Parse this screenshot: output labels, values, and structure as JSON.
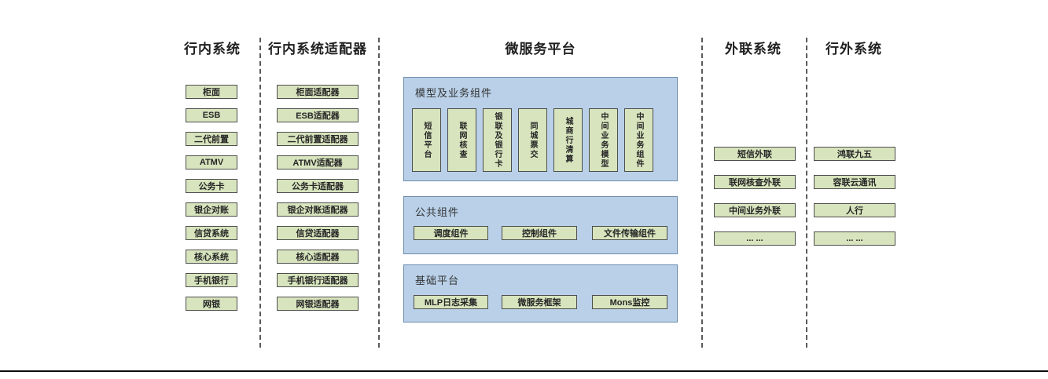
{
  "diagram": {
    "columns": [
      {
        "header": "行内系统",
        "items": [
          "柜面",
          "ESB",
          "二代前置",
          "ATMV",
          "公务卡",
          "银企对账",
          "信贷系统",
          "核心系统",
          "手机银行",
          "网银"
        ]
      },
      {
        "header": "行内系统适配器",
        "items": [
          "柜面适配器",
          "ESB适配器",
          "二代前置适配器",
          "ATMV适配器",
          "公务卡适配器",
          "银企对账适配器",
          "信贷适配器",
          "核心适配器",
          "手机银行适配器",
          "网银适配器"
        ]
      },
      {
        "header": "微服务平台",
        "sections": [
          {
            "title": "模型及业务组件",
            "items": [
              "短信平台",
              "联网核查",
              "银联及银行卡",
              "同城票交",
              "城商行清算",
              "中间业务模型",
              "中间业务组件"
            ]
          },
          {
            "title": "公共组件",
            "items": [
              "调度组件",
              "控制组件",
              "文件传输组件"
            ]
          },
          {
            "title": "基础平台",
            "items": [
              "MLP日志采集",
              "微服务框架",
              "Mons监控"
            ]
          }
        ]
      },
      {
        "header": "外联系统",
        "items": [
          "短信外联",
          "联网核查外联",
          "中间业务外联",
          "... ..."
        ]
      },
      {
        "header": "行外系统",
        "items": [
          "鸿联九五",
          "容联云通讯",
          "人行",
          "... ..."
        ]
      }
    ],
    "colors": {
      "node_fill": "#d7e4bd",
      "node_border": "#4e4e4e",
      "panel_fill": "#b9d0e8",
      "panel_border": "#6e8cab",
      "divider": "#5a5a5a",
      "bottom_line": "#0b0b0b",
      "text": "#262626"
    }
  }
}
